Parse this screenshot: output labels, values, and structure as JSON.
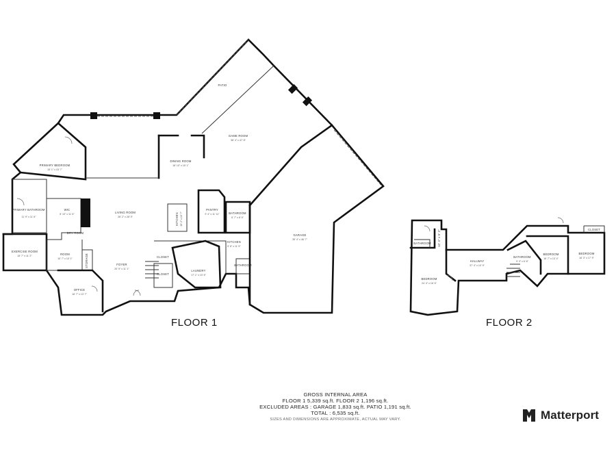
{
  "floors": [
    {
      "label": "FLOOR 1"
    },
    {
      "label": "FLOOR 2"
    }
  ],
  "rooms": {
    "primary_bedroom": {
      "name": "PRIMARY BEDROOM",
      "dim": "15' 1\" x 15' 7\""
    },
    "primary_bath": {
      "name": "PRIMARY BATHROOM",
      "dim": "11' 9\" x 11' 6\""
    },
    "wic": {
      "name": "WIC",
      "dim": "8' 10\" x 11' 6\""
    },
    "dry_room": {
      "name": "DRY ROOM",
      "dim": ""
    },
    "exercise_room": {
      "name": "EXERCISE ROOM",
      "dim": "15' 7\" x 11' 2\""
    },
    "room": {
      "name": "ROOM",
      "dim": "10' 7\" x 10' 1\""
    },
    "storage": {
      "name": "STORAGE",
      "dim": ""
    },
    "office": {
      "name": "OFFICE",
      "dim": "16' 7\" x 13' 7\""
    },
    "living_room": {
      "name": "LIVING ROOM",
      "dim": "26' 2\" x 28' 9\""
    },
    "foyer": {
      "name": "FOYER",
      "dim": "20' 9\" x 11' 1\""
    },
    "dining_room": {
      "name": "DINING ROOM",
      "dim": "18' 10\" x 15' 1\""
    },
    "kitchen": {
      "name": "KITCHEN",
      "dim": "15' 2\" x 10' 7\""
    },
    "pantry": {
      "name": "PANTRY",
      "dim": "9' 4\" x 11' 11\""
    },
    "bathroom1": {
      "name": "BATHROOM",
      "dim": "6' 7\" x 8' 5\""
    },
    "laundry": {
      "name": "LAUNDRY",
      "dim": "17' 1\" x 10' 6\""
    },
    "closet1": {
      "name": "CLOSET",
      "dim": ""
    },
    "game_room": {
      "name": "GAME ROOM",
      "dim": "38' 4\" x 47' 8\""
    },
    "patio": {
      "name": "PATIO",
      "dim": ""
    },
    "garage": {
      "name": "GARAGE",
      "dim": "35' 4\" x 46' 7\""
    },
    "kitchen2": {
      "name": "KITCHEN",
      "dim": "9' 8\" x 11' 5\""
    },
    "bathroom2": {
      "name": "BATHROOM",
      "dim": ""
    },
    "closet2": {
      "name": "CLOSET",
      "dim": ""
    },
    "bathroom3": {
      "name": "BATHROOM",
      "dim": "10' 4\" x 5' 2\""
    },
    "bedroom_f2": {
      "name": "BEDROOM",
      "dim": "24' 4\" x 16' 6\""
    },
    "hallway": {
      "name": "HALLWAY",
      "dim": "37' 4\" x 10' 9\""
    },
    "bathroom4": {
      "name": "BATHROOM",
      "dim": "9' 3\" x 6' 8\""
    },
    "bedroom2": {
      "name": "BEDROOM",
      "dim": "16' 7\" x 13' 4\""
    },
    "bedroom3": {
      "name": "BEDROOM",
      "dim": "16' 3\" x 17' 9\""
    },
    "closet3": {
      "name": "CLOSET",
      "dim": ""
    }
  },
  "area_summary": {
    "title": "GROSS INTERNAL AREA",
    "line1": "FLOOR 1 5,339 sq.ft.   FLOOR 2 1,196 sq.ft.",
    "line2": "EXCLUDED AREAS :  GARAGE 1,833 sq.ft.   PATIO 1,191 sq.ft.",
    "line3": "TOTAL :  6,535 sq.ft.",
    "disclaimer": "SIZES AND DIMENSIONS ARE APPROXIMATE, ACTUAL MAY VARY."
  },
  "brand": {
    "name": "Matterport",
    "icon": "matterport-logo-icon"
  }
}
